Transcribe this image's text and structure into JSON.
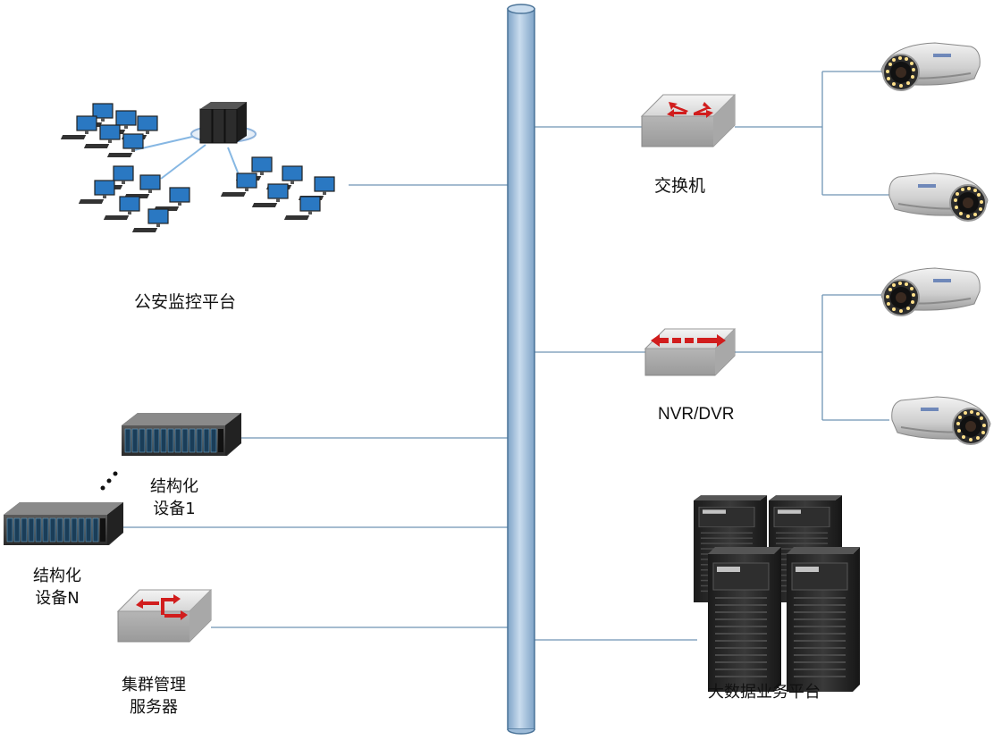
{
  "labels": {
    "police_platform": "公安监控平台",
    "switch": "交换机",
    "nvr_dvr": "NVR/DVR",
    "struct_device_1_line1": "结构化",
    "struct_device_1_line2": "设备1",
    "struct_device_n_line1": "结构化",
    "struct_device_n_line2": "设备N",
    "cluster_server_line1": "集群管理",
    "cluster_server_line2": "服务器",
    "bigdata_platform": "大数据业务平台"
  },
  "icons": {
    "police_platform": "computer-network-icon",
    "struct_device": "rack-server-icon",
    "cluster_server": "network-switch-icon",
    "switch": "router-icon",
    "nvr_dvr": "nvr-hub-icon",
    "camera": "surveillance-camera-icon",
    "bigdata_platform": "tower-server-icon"
  },
  "colors": {
    "bus_fill": "#9dbbd8",
    "bus_stroke": "#4a7398",
    "link_line": "#6f95b5",
    "arrow_red": "#d11d1d"
  }
}
